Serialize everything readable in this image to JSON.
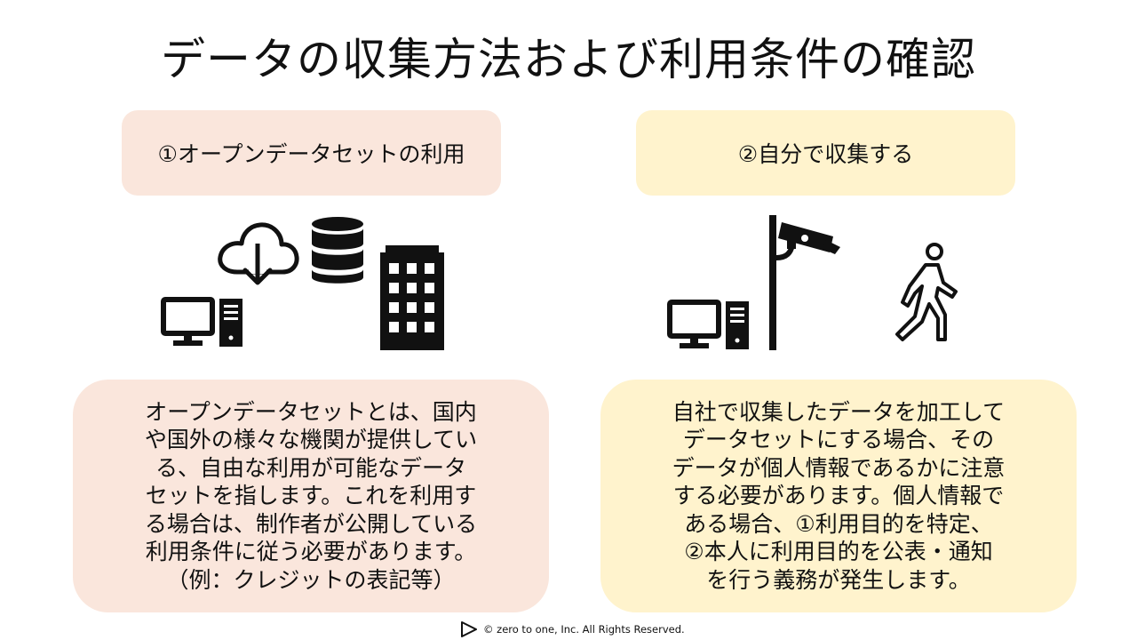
{
  "slide": {
    "title": "データの収集方法および利用条件の確認"
  },
  "left": {
    "heading": "①オープンデータセットの利用",
    "lines": [
      "オープンデータセットとは、国内",
      "や国外の様々な機関が提供してい",
      "る、自由な利用が可能なデータ",
      "セットを指します。これを利用す",
      "る場合は、制作者が公開している",
      "利用条件に従う必要があります。",
      "（例：クレジットの表記等）"
    ]
  },
  "right": {
    "heading": "②自分で収集する",
    "lines": [
      "自社で収集したデータを加工して",
      "データセットにする場合、その",
      "データが個人情報であるかに注意",
      "する必要があります。個人情報で",
      "ある場合、①利用目的を特定、",
      "②本人に利用目的を公表・通知",
      "を行う義務が発生します。"
    ]
  },
  "footer": {
    "copyright": "©  zero to one, Inc. All Rights Reserved."
  },
  "icons": [
    "computer-icon",
    "cloud-download-icon",
    "database-icon",
    "office-building-icon",
    "security-camera-icon",
    "walking-person-icon",
    "logo-icon"
  ],
  "colors": {
    "left_fill": "#fae6dc",
    "right_fill": "#fff3cd",
    "icon": "#111111"
  }
}
